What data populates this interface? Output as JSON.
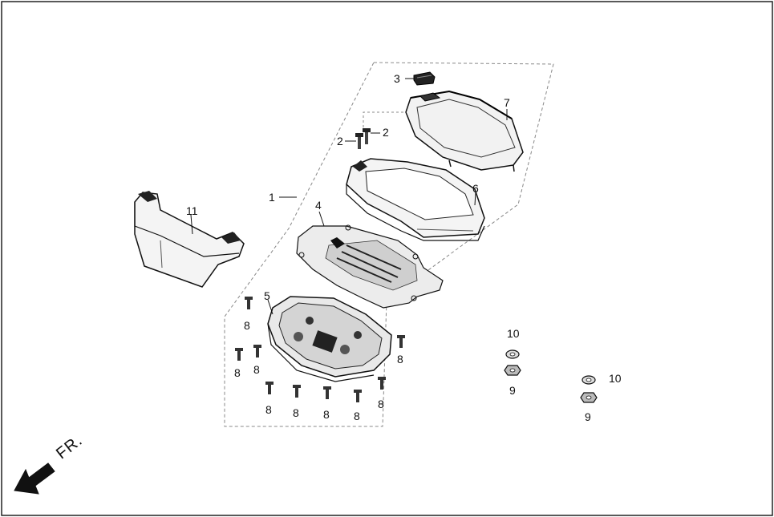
{
  "diagram": {
    "direction_label": "FR.",
    "callouts": {
      "assembly": "1",
      "screw_top_a": "2",
      "screw_top_b": "2",
      "rubber_button": "3",
      "circuit_board": "4",
      "lower_case": "5",
      "lens_frame": "6",
      "upper_cover": "7",
      "screw_left_1": "8",
      "screw_left_2": "8",
      "screw_left_3": "8",
      "screw_bottom_1": "8",
      "screw_bottom_2": "8",
      "screw_bottom_3": "8",
      "screw_bottom_4": "8",
      "screw_right_1": "8",
      "screw_right_2": "8",
      "nut_a": "9",
      "nut_b": "9",
      "washer_a": "10",
      "washer_b": "10",
      "visor": "11"
    }
  }
}
